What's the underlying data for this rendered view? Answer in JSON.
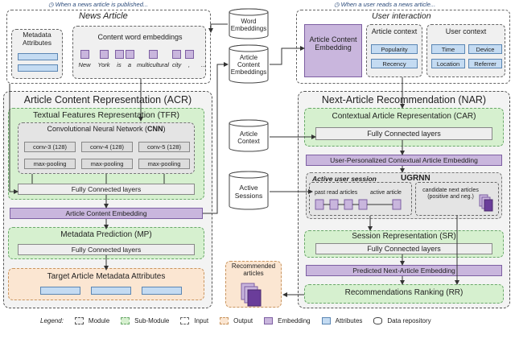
{
  "top_left_caption": "When a news article is published...",
  "top_right_caption": "When a user reads a news article...",
  "news_article": {
    "title": "News Article",
    "metadata_label": "Metadata Attributes",
    "word_emb_title": "Content word embeddings",
    "words": [
      "New",
      "York",
      "is",
      "a",
      "multicultural",
      "city",
      ",",
      "..."
    ]
  },
  "repos": {
    "word_embeddings": "Word Embeddings",
    "article_content_embeddings": "Article Content Embeddings",
    "article_context": "Article Context",
    "active_sessions": "Active Sessions"
  },
  "user_interaction": {
    "title": "User interaction",
    "ace_label": "Article Content Embedding",
    "article_context_title": "Article context",
    "article_context_items": [
      "Popularity",
      "Recency"
    ],
    "user_context_title": "User context",
    "user_context_items": [
      "Time",
      "Device",
      "Location",
      "Referrer"
    ]
  },
  "acr": {
    "title": "Article Content Representation (ACR)",
    "tfr_title": "Textual Features Representation (TFR)",
    "cnn_title_prefix": "Convolutional Neural Network (",
    "cnn_title_bold": "CNN",
    "cnn_title_suffix": ")",
    "conv": [
      "conv-3 (128)",
      "conv-4 (128)",
      "conv-5 (128)"
    ],
    "pool": [
      "max-pooling",
      "max-pooling",
      "max-pooling"
    ],
    "fc": "Fully Connected layers",
    "embedding": "Article Content Embedding",
    "mp_title": "Metadata Prediction (MP)",
    "mp_fc": "Fully Connected layers",
    "target_title": "Target Article Metadata Attributes"
  },
  "nar": {
    "title": "Next-Article Recommendation (NAR)",
    "car_title": "Contextual Article Representation (CAR)",
    "car_fc": "Fully Connected layers",
    "upcae": "User-Personalized Contextual Article Embedding",
    "ugrnn": "UGRNN",
    "active_session": "Active user session",
    "past_read": "past read articles",
    "active_article": "active article",
    "candidates": "candidate next articles (positive and neg.)",
    "sr_title": "Session Representation (SR)",
    "sr_fc": "Fully Connected layers",
    "pnae": "Predicted Next-Article Embedding",
    "rr_title": "Recommendations Ranking (RR)",
    "recommended": "Recommended articles"
  },
  "legend": {
    "title": "Legend:",
    "items": [
      "Module",
      "Sub-Module",
      "Input",
      "Output",
      "Embedding",
      "Attributes",
      "Data repository"
    ]
  }
}
